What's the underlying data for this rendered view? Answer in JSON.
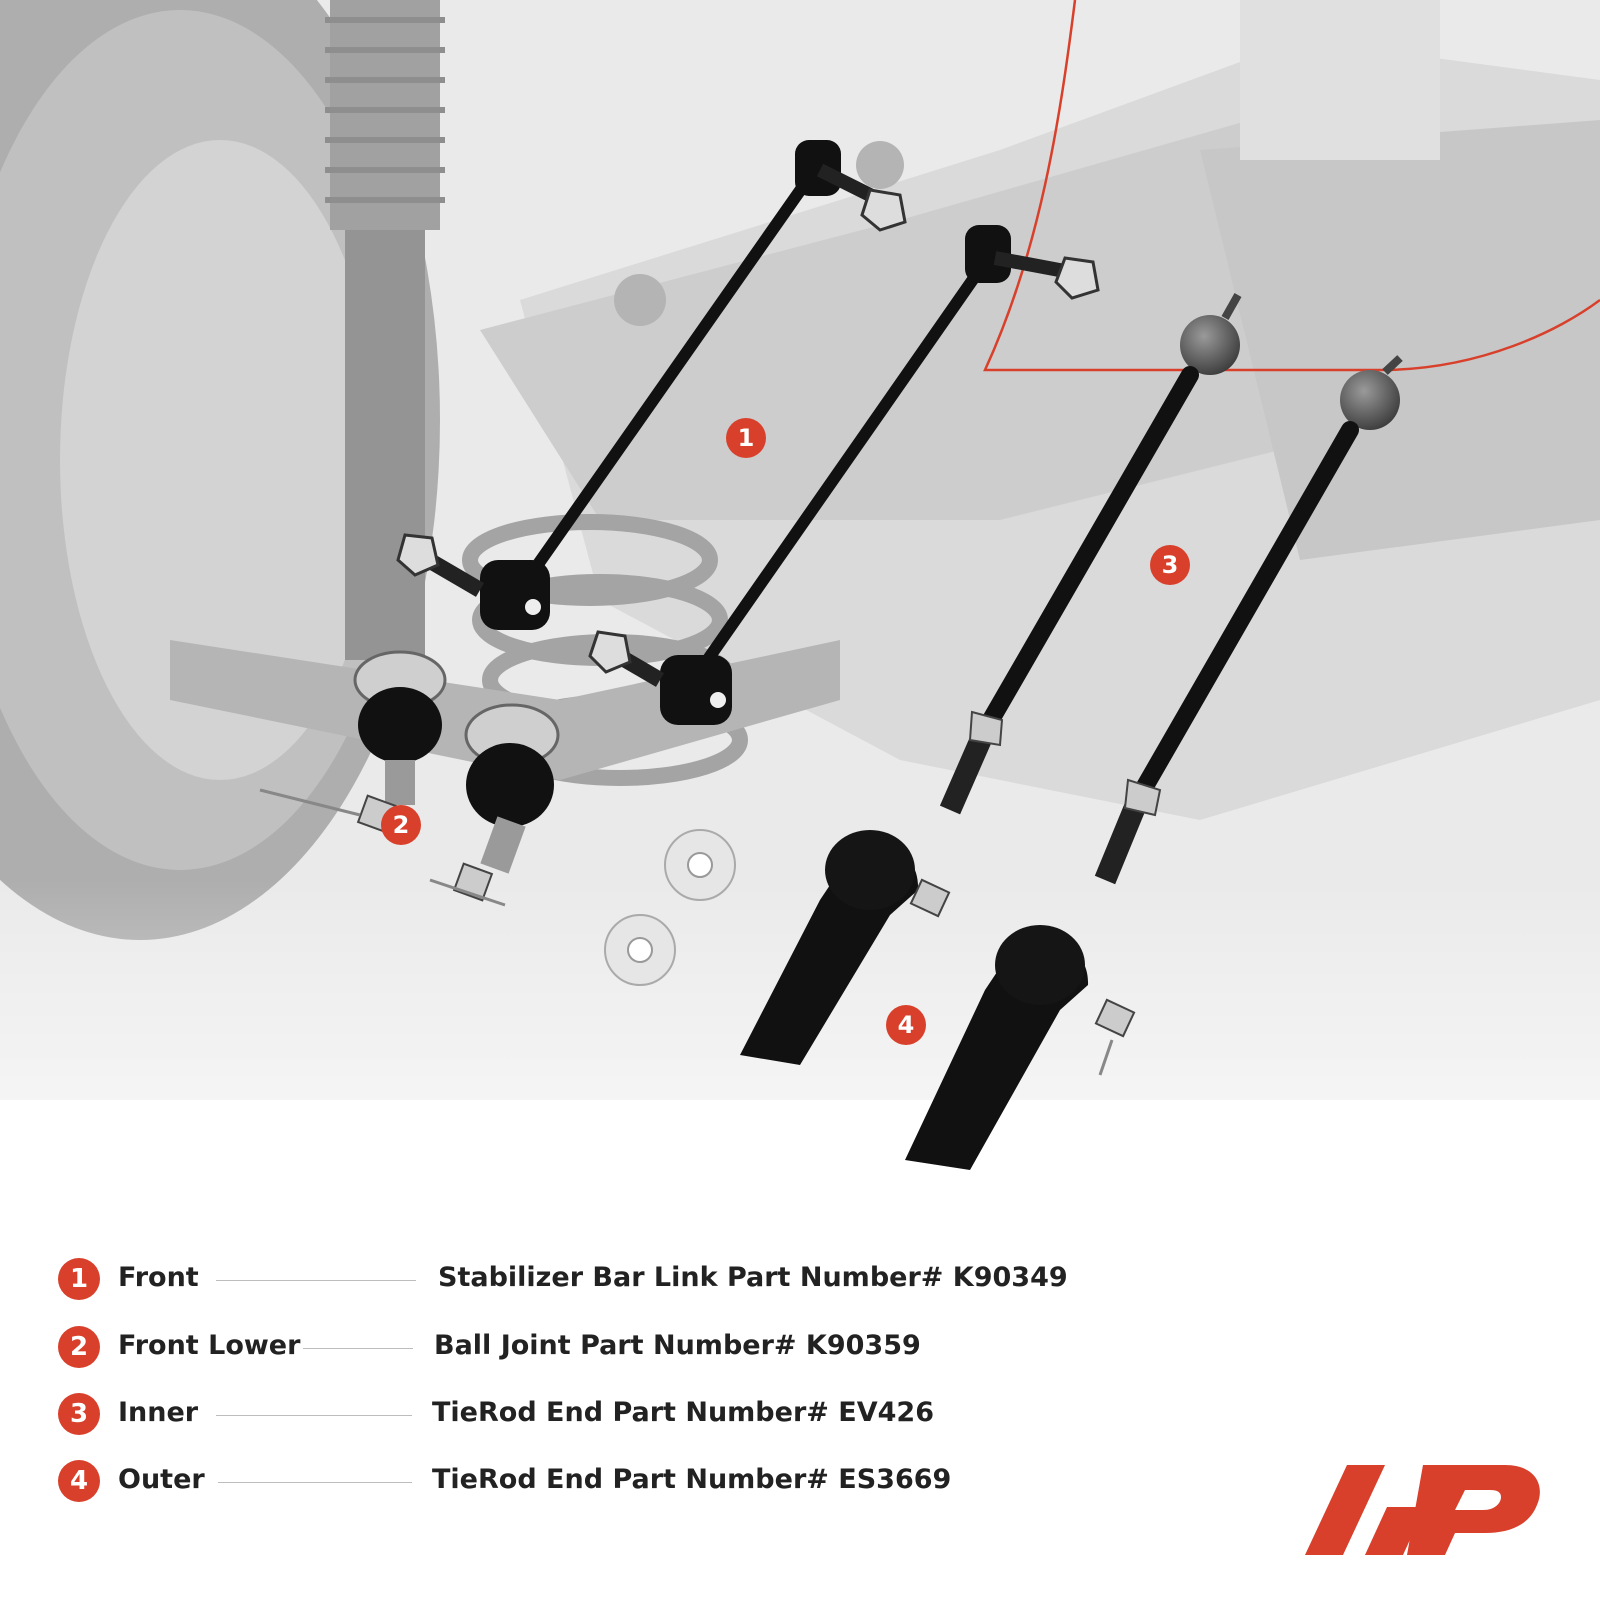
{
  "colors": {
    "accent": "#d8402b",
    "background_gray": "#9a9a9a",
    "text": "#222222"
  },
  "callouts": [
    {
      "number": "1"
    },
    {
      "number": "2"
    },
    {
      "number": "3"
    },
    {
      "number": "4"
    }
  ],
  "legend": [
    {
      "number": "1",
      "position": "Front",
      "part": "Stabilizer Bar Link Part Number# K90349"
    },
    {
      "number": "2",
      "position": "Front Lower",
      "part": "Ball Joint Part Number# K90359"
    },
    {
      "number": "3",
      "position": "Inner",
      "part": "TieRod End Part Number# EV426"
    },
    {
      "number": "4",
      "position": "Outer",
      "part": "TieRod End Part Number# ES3669"
    }
  ],
  "logo": {
    "icon": "a-premium-logo-icon"
  }
}
